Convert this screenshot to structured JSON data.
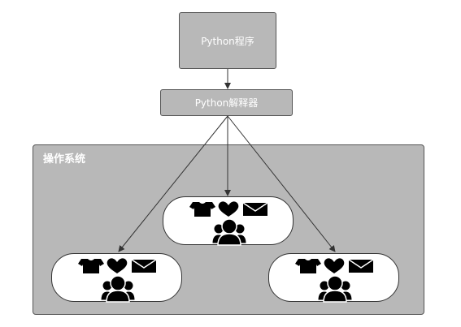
{
  "python_program": {
    "label": "Python程序"
  },
  "python_interpreter": {
    "label": "Python解释器"
  },
  "operating_system": {
    "label": "操作系统"
  },
  "processes": [
    {
      "icons": [
        "tshirt-icon",
        "heart-icon",
        "envelope-icon",
        "user-group-icon"
      ]
    },
    {
      "icons": [
        "tshirt-icon",
        "heart-icon",
        "envelope-icon",
        "user-group-icon"
      ]
    },
    {
      "icons": [
        "tshirt-icon",
        "heart-icon",
        "envelope-icon",
        "user-group-icon"
      ]
    }
  ],
  "colors": {
    "box_fill": "#b8b8b8",
    "box_border": "#555555",
    "line": "#333333",
    "icon": "#000000",
    "text": "#ffffff"
  }
}
